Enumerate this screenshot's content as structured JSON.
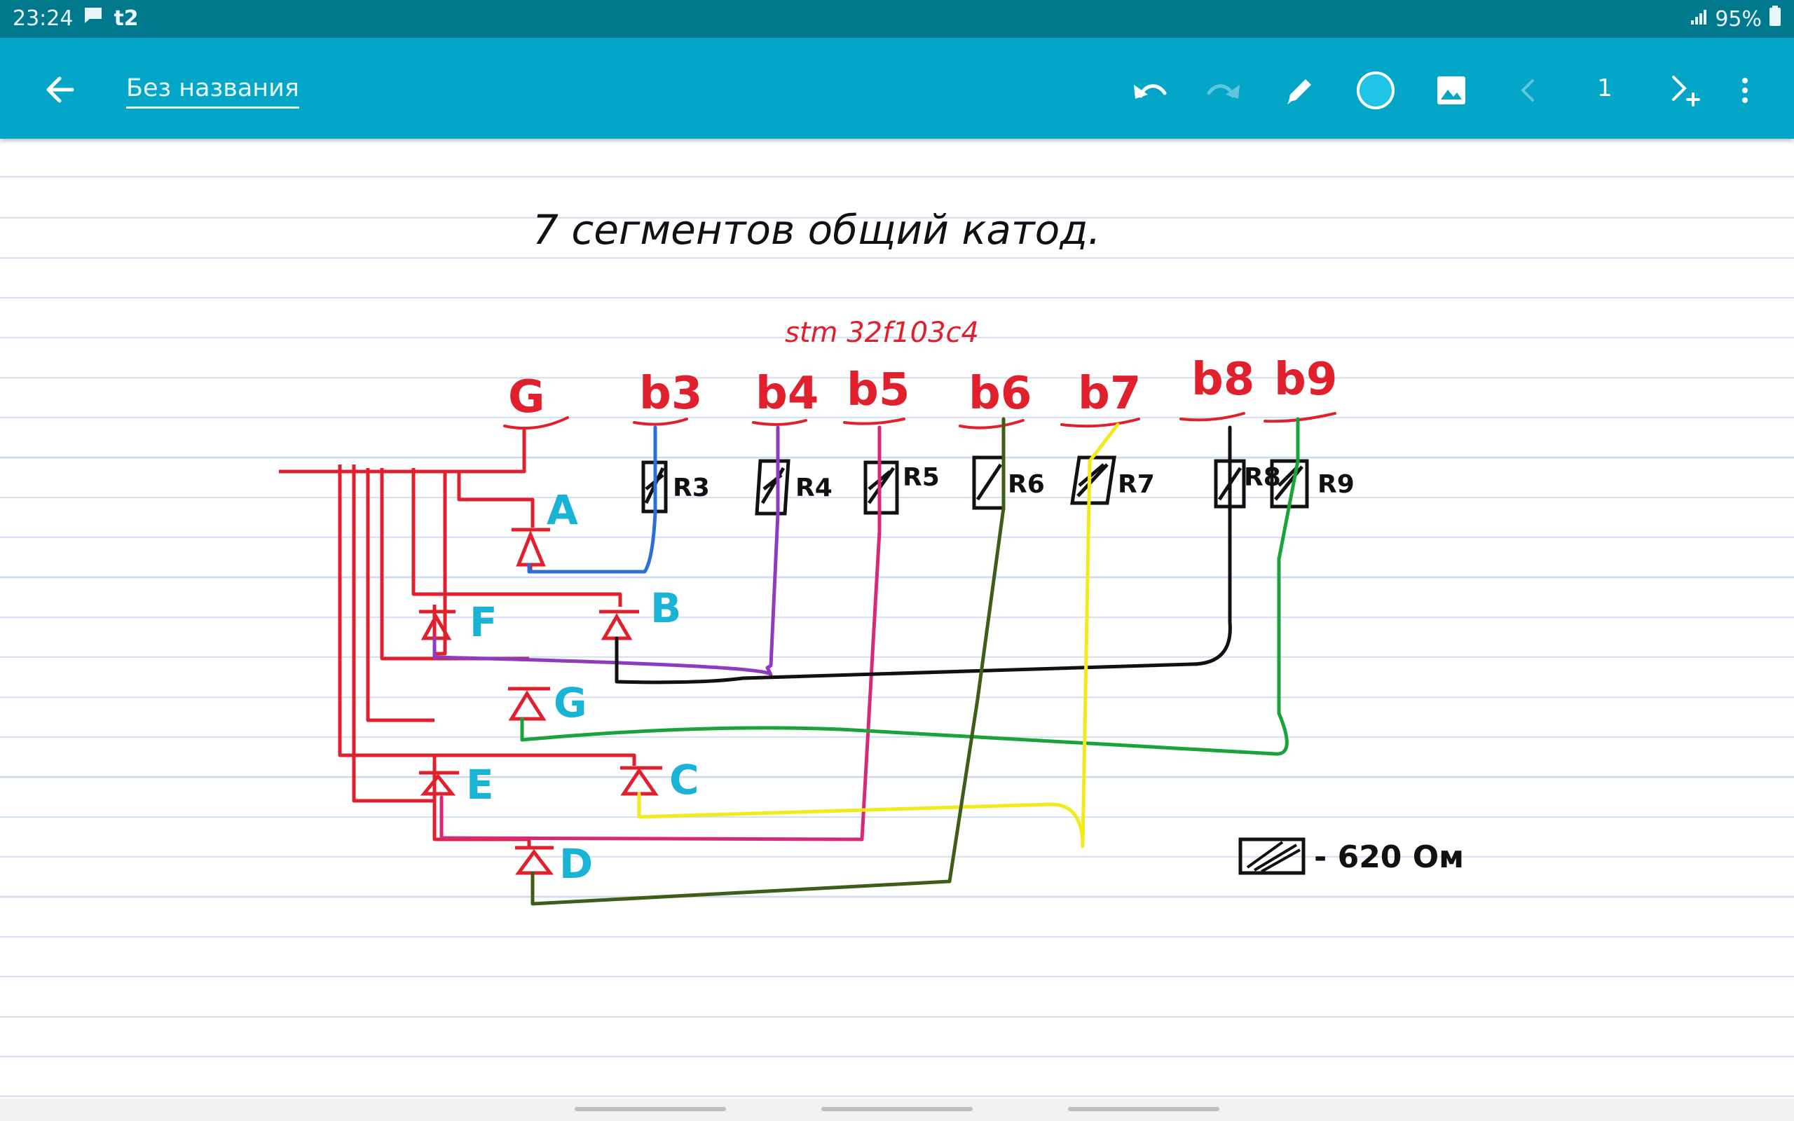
{
  "status": {
    "time": "23:24",
    "carrier": "t2",
    "battery": "95%"
  },
  "toolbar": {
    "title": "Без названия",
    "page_number": "1"
  },
  "note": {
    "heading": "7 сегментов  общий катод.",
    "mcu_label": "stm 32f103c4",
    "pins": [
      "G",
      "b3",
      "b4",
      "b5",
      "b6",
      "b7",
      "b8",
      "b9"
    ],
    "resistors": [
      "R3",
      "R4",
      "R5",
      "R6",
      "R7",
      "R8",
      "R9"
    ],
    "segments": [
      "A",
      "B",
      "F",
      "G",
      "C",
      "E",
      "D"
    ],
    "legend": "- 620 Ом"
  },
  "colors": {
    "statusbar": "#00798f",
    "toolbar": "#04a6c8",
    "ink_red": "#e0202c",
    "ink_cyan": "#19b3d6",
    "ink_black": "#111111",
    "wire_blue": "#2a6fd6",
    "wire_purple": "#8e3bbf",
    "wire_magenta": "#d62a78",
    "wire_olive": "#3e5e17",
    "wire_yellow": "#f2ea1b",
    "wire_green": "#1aa33a"
  },
  "icons": [
    "message-icon",
    "signal-icon",
    "battery-icon",
    "back-arrow-icon",
    "undo-icon",
    "redo-icon",
    "pen-icon",
    "color-circle-icon",
    "image-icon",
    "prev-page-icon",
    "add-page-icon",
    "more-vert-icon"
  ]
}
